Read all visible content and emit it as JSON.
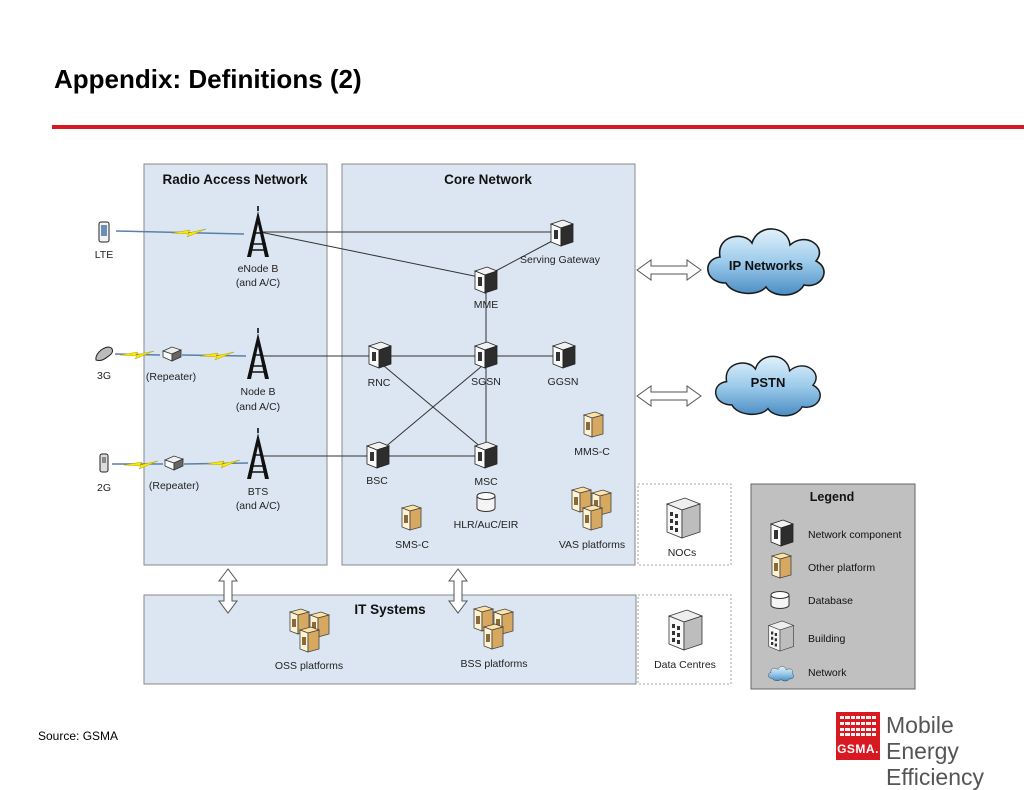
{
  "slide": {
    "title": "Appendix: Definitions (2)",
    "source": "Source: GSMA",
    "accent_color": "#d81921"
  },
  "logo": {
    "mark_text": "GSMA.",
    "line1": "Mobile Energy",
    "line2": "Efficiency"
  },
  "diagram": {
    "ran_title": "Radio Access Network",
    "core_title": "Core Network",
    "it_title": "IT Systems",
    "devices": {
      "lte": "LTE",
      "g3": "3G",
      "g2": "2G"
    },
    "repeater": "(Repeater)",
    "towers": {
      "enodeb_1": "eNode B",
      "enodeb_2": "(and A/C)",
      "nodeb_1": "Node B",
      "nodeb_2": "(and A/C)",
      "bts_1": "BTS",
      "bts_2": "(and A/C)"
    },
    "core": {
      "serving_gateway": "Serving Gateway",
      "mme": "MME",
      "rnc": "RNC",
      "sgsn": "SGSN",
      "ggsn": "GGSN",
      "mmsc": "MMS-C",
      "bsc": "BSC",
      "msc": "MSC",
      "hlr": "HLR/AuC/EIR",
      "smsc": "SMS-C",
      "vas": "VAS platforms"
    },
    "nocs": "NOCs",
    "data_centres": "Data Centres",
    "oss": "OSS platforms",
    "bss": "BSS platforms",
    "ip_networks": "IP Networks",
    "pstn": "PSTN"
  },
  "legend": {
    "title": "Legend",
    "items": [
      "Network component",
      "Other platform",
      "Database",
      "Building",
      "Network"
    ]
  }
}
